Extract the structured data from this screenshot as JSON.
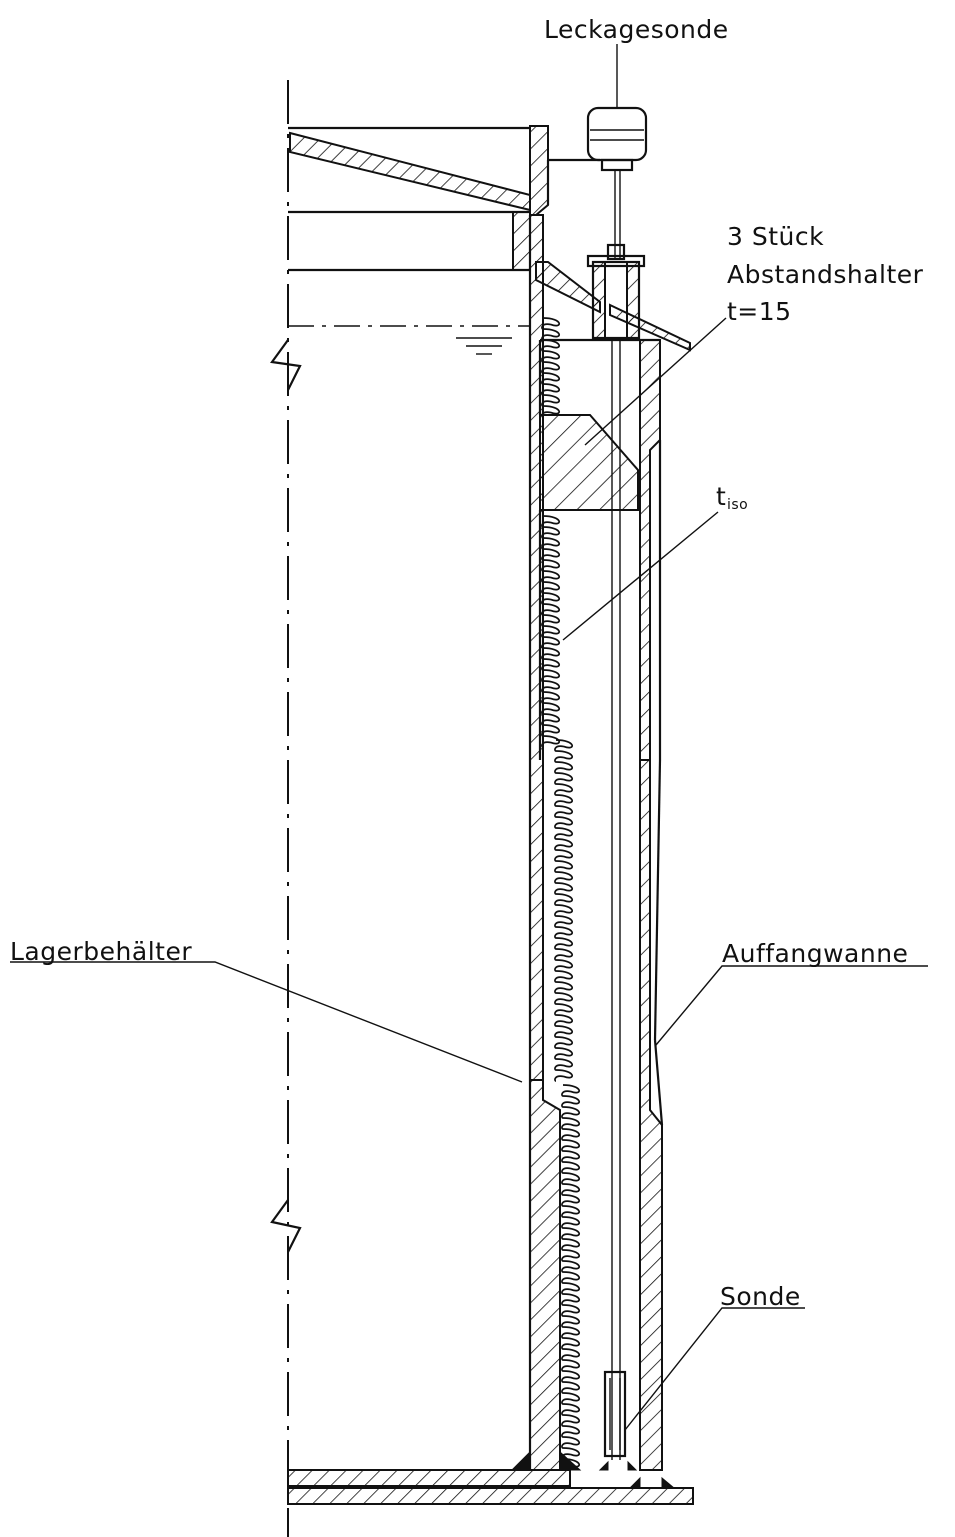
{
  "labels": {
    "leckagesonde": "Leckagesonde",
    "stueck": "3 Stück",
    "abstandshalter": "Abstandshalter",
    "t15": "t=15",
    "tiso_main": "t",
    "tiso_sub": "iso",
    "lagerbehaelter": "Lagerbehälter",
    "auffangwanne": "Auffangwanne",
    "sonde": "Sonde"
  }
}
